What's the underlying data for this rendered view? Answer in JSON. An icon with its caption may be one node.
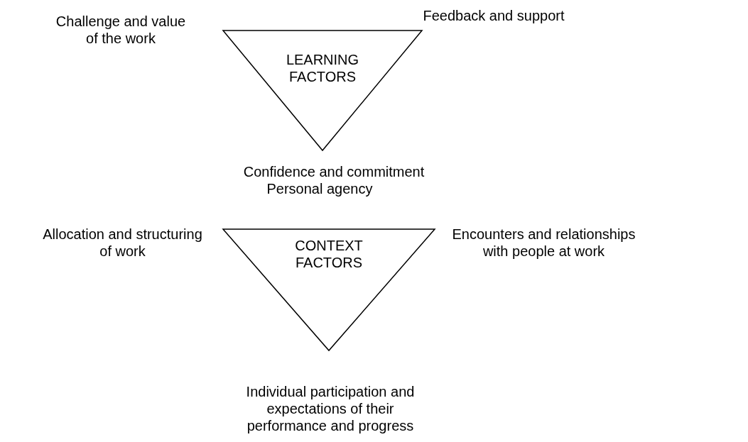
{
  "diagram": {
    "nodes": [
      {
        "text": [
          "LEARNING FACTORS"
        ],
        "beside": [
          "Challenge and value of the work",
          "Feedback and support",
          "Confidence and commitment",
          "Personal agency"
        ]
      },
      {
        "text": [
          "CONTEXT FACTORS"
        ],
        "beside": [
          "Allocation and structuring of work",
          "Encounters and relationships with people at work",
          "Individual participation and expectations of their performance and progress"
        ]
      }
    ]
  }
}
